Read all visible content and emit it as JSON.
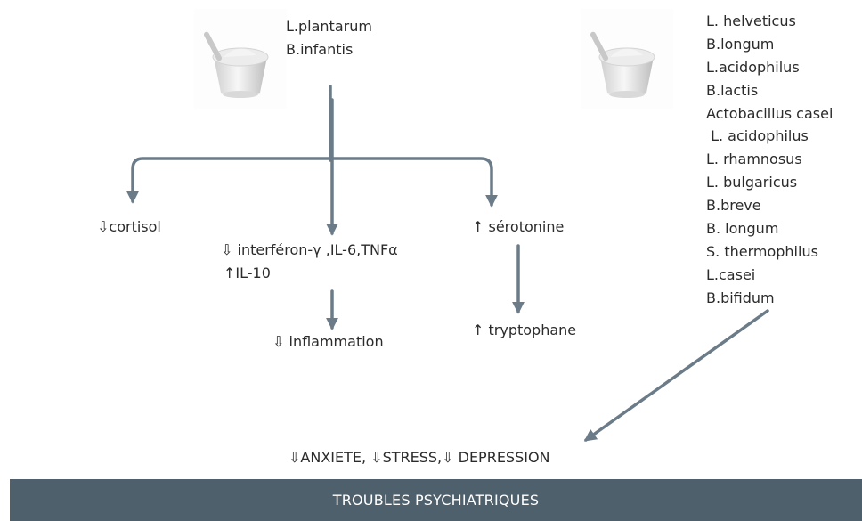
{
  "probiotic_group_1": [
    "L.plantarum",
    "B.infantis"
  ],
  "probiotic_group_2": [
    "L. helveticus",
    "B.longum",
    "L.acidophilus",
    "B.lactis",
    "Actobacillus casei",
    " L. acidophilus",
    "L. rhamnosus",
    "L. bulgaricus",
    "B.breve",
    "B. longum",
    "S. thermophilus",
    "L.casei",
    "B.bifidum"
  ],
  "effects": {
    "cortisol": "⇩cortisol",
    "cytokines_down": "⇩ interféron-γ ,IL-6,TNFα",
    "il10_up": "↑IL-10",
    "inflammation": "⇩ inflammation",
    "serotonin": "↑ sérotonine",
    "tryptophan": "↑ tryptophane"
  },
  "outcome": "⇩ANXIETE, ⇩STRESS,⇩ DEPRESSION",
  "banner": "TROUBLES PSYCHIATRIQUES",
  "icons": {
    "product": "yogurt-cup-icon"
  },
  "colors": {
    "arrow": "#6b7b88",
    "banner": "#4f606d",
    "text": "#2b2b2b"
  }
}
